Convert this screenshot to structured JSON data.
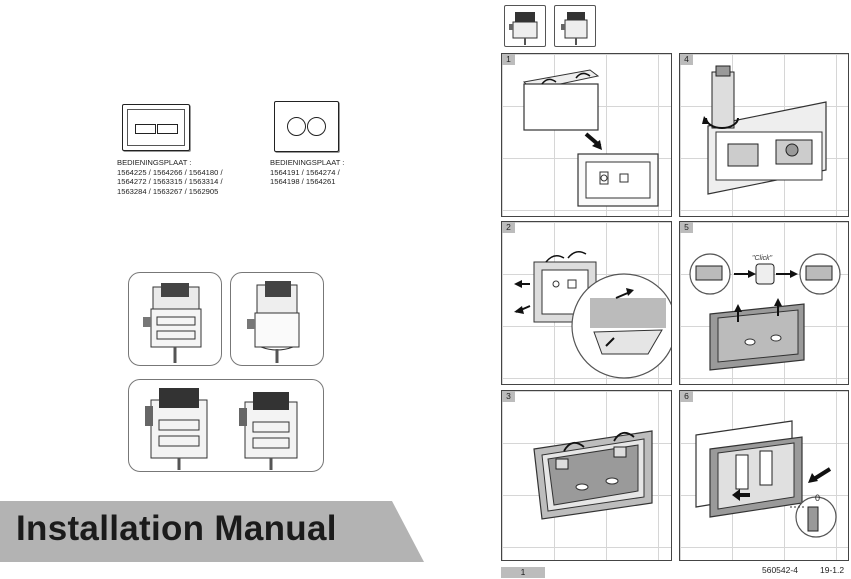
{
  "left_page": {
    "plate_a": {
      "caption_lines": [
        "BEDIENINGSPLAAT :",
        "1564225 / 1564266 / 1564180 /",
        "1564272 / 1563315 / 1563314 /",
        "1563284 / 1563267 / 1562905"
      ]
    },
    "plate_b": {
      "caption_lines": [
        "BEDIENINGSPLAAT :",
        "1564191 / 1564274 /",
        "1564198 / 1564261"
      ]
    },
    "banner_title": "Installation Manual"
  },
  "right_page": {
    "steps": [
      {
        "number": "1"
      },
      {
        "number": "2"
      },
      {
        "number": "3"
      },
      {
        "number": "4"
      },
      {
        "number": "5"
      },
      {
        "number": "6"
      }
    ],
    "click_label": "\"Click\"",
    "gap_label": "0",
    "footer": {
      "page_number": "1",
      "doc_code": "560542-4",
      "doc_version": "19-1.2"
    }
  }
}
